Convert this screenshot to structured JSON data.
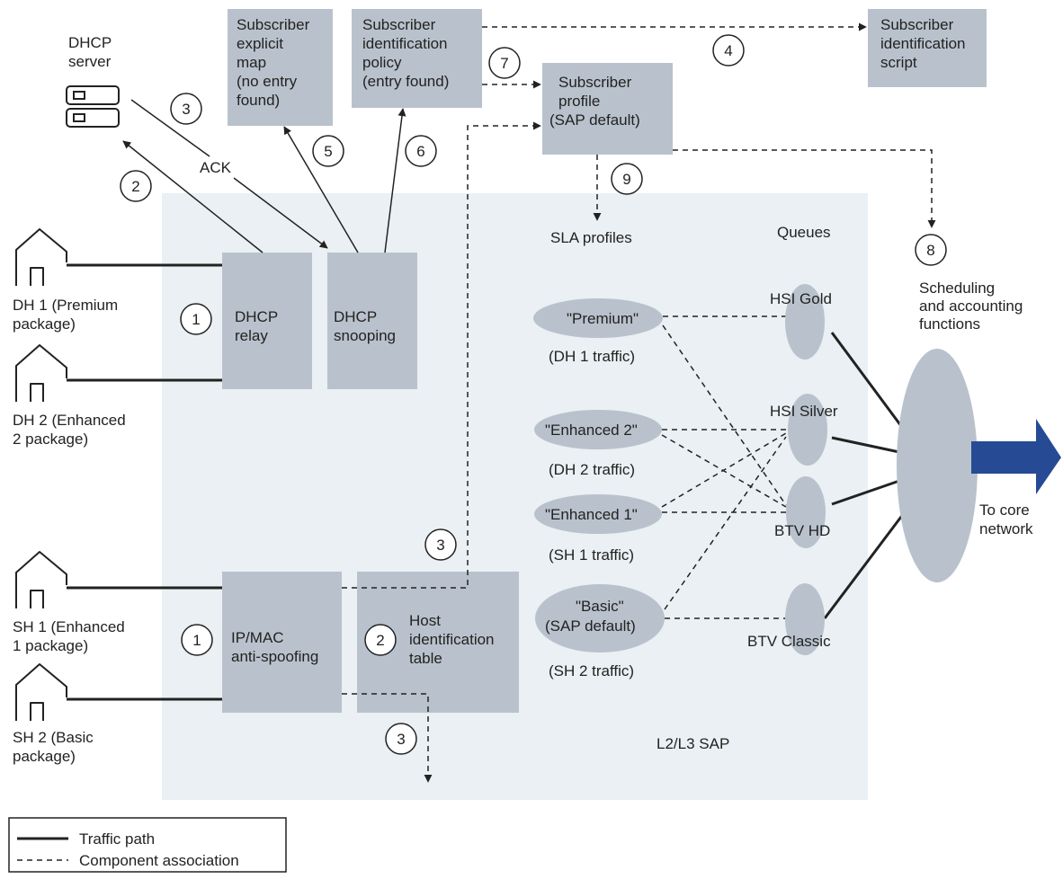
{
  "colors": {
    "sap_region": "#eaf0f3",
    "component_box": "#b9c2cc",
    "profile_ellipse": "#b9c2cc",
    "arrow_to_core": "#264b94",
    "line": "#222222"
  },
  "sap_label": "L2/L3 SAP",
  "homes": [
    {
      "icon": "house-icon",
      "line1": "DH 1 (Premium",
      "line2": "package)"
    },
    {
      "icon": "house-icon",
      "line1": "DH 2 (Enhanced",
      "line2": "2 package)"
    },
    {
      "icon": "house-icon",
      "line1": "SH 1 (Enhanced",
      "line2": "1 package)"
    },
    {
      "icon": "house-icon",
      "line1": "SH 2 (Basic",
      "line2": "package)"
    }
  ],
  "dhcp_server": {
    "icon": "server-icon",
    "line1": "DHCP",
    "line2": "server"
  },
  "ack_label": "ACK",
  "boxes": {
    "dhcp_relay": [
      "DHCP",
      "relay"
    ],
    "dhcp_snooping": [
      "DHCP",
      "snooping"
    ],
    "ip_mac": [
      "IP/MAC",
      "anti-spoofing"
    ],
    "host_table": [
      "Host",
      "identification",
      "table"
    ],
    "explicit_map": [
      "Subscriber",
      "explicit",
      "map",
      "(no entry",
      "found)"
    ],
    "ident_policy": [
      "Subscriber",
      "identification",
      "policy",
      "(entry found)"
    ],
    "profile": [
      "Subscriber",
      "profile",
      "(SAP default)"
    ],
    "script": [
      "Subscriber",
      "identification",
      "script"
    ]
  },
  "steps": {
    "relay": "1",
    "ipmac": "1",
    "dhcp_up": "2",
    "host_table": "2",
    "ack": "3",
    "sh1_path": "3",
    "sh2_path": "3",
    "script": "4",
    "explicit_map": "5",
    "ident_policy": "6",
    "policy_to_profile": "7",
    "scheduling": "8",
    "sla": "9"
  },
  "sla_header": "SLA profiles",
  "queues_header": "Queues",
  "sla_profiles": [
    {
      "name": [
        "\"Premium\""
      ],
      "traffic": "(DH 1 traffic)"
    },
    {
      "name": [
        "\"Enhanced 2\""
      ],
      "traffic": "(DH 2 traffic)"
    },
    {
      "name": [
        "\"Enhanced 1\""
      ],
      "traffic": "(SH 1 traffic)"
    },
    {
      "name": [
        "\"Basic\"",
        "(SAP default)"
      ],
      "traffic": "(SH 2 traffic)"
    }
  ],
  "queues": [
    "HSI Gold",
    "HSI Silver",
    "BTV HD",
    "BTV Classic"
  ],
  "scheduling": [
    "Scheduling",
    "and accounting",
    "functions"
  ],
  "core": [
    "To core",
    "network"
  ],
  "legend": {
    "traffic": "Traffic path",
    "association": "Component association"
  }
}
